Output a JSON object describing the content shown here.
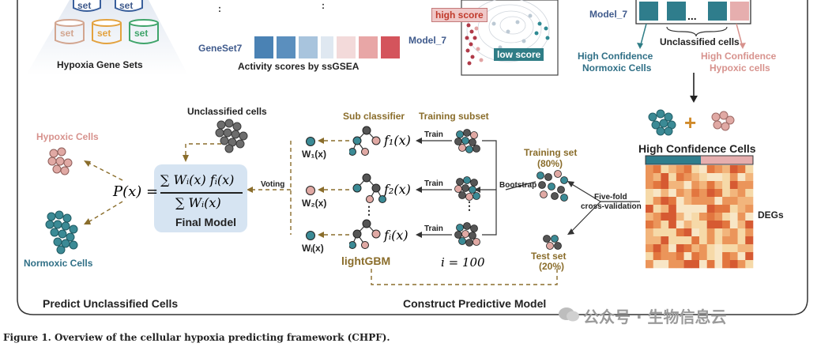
{
  "top_left": {
    "set_label": "set",
    "hypoxia_gene_sets": "Hypoxia Gene Sets",
    "ellipsis": ":"
  },
  "activity": {
    "geneset_label": "GeneSet7",
    "caption": "Activity scores by ssGSEA",
    "colors": [
      "#4a82b4",
      "#5b8fbe",
      "#a8c4dd",
      "#dfe8f1",
      "#f3dada",
      "#e8a6a6",
      "#d4545c"
    ]
  },
  "score_panel": {
    "model_label": "Model_7",
    "high_score": "high score",
    "low_score": "low score"
  },
  "top_right": {
    "model_label": "Model_7",
    "ellipsis": "...",
    "unclassified": "Unclassified cells",
    "high_conf_normoxic_1": "High Confidence",
    "high_conf_normoxic_2": "Normoxic Cells",
    "high_conf_hypoxic_1": "High Confidence",
    "high_conf_hypoxic_2": "Hypoxic cells"
  },
  "heatmap": {
    "title": "High Confidence Cells",
    "degs": "DEGs",
    "plus": "+"
  },
  "model": {
    "unclassified_cells": "Unclassified cells",
    "sub_classifier": "Sub classifier",
    "training_subset": "Training subset",
    "training_set_1": "Training set",
    "training_set_2": "(80%)",
    "test_set_1": "Test set",
    "test_set_2": "(20%)",
    "bootstrap": "Bootstrap",
    "fivefold_1": "Five-fold",
    "fivefold_2": "cross-validation",
    "train": "Train",
    "voting": "Voting",
    "lightgbm": "lightGBM",
    "i_eq": "i = 100",
    "w1": "W₁(x)",
    "w2": "W₂(x)",
    "wi": "Wᵢ(x)",
    "f1": "f₁(x)",
    "f2": "f₂(x)",
    "fi": "fᵢ(x)",
    "vdots": "⋮"
  },
  "final_model": {
    "px": "P(x) =",
    "numerator": "∑ Wᵢ(x) fᵢ(x)",
    "denominator": "∑ Wᵢ(x)",
    "label": "Final Model"
  },
  "outputs": {
    "hypoxic": "Hypoxic Cells",
    "normoxic": "Normoxic Cells"
  },
  "sections": {
    "predict": "Predict Unclassified Cells",
    "construct": "Construct Predictive Model"
  },
  "watermark": "公众号 · 生物信息云",
  "caption": "Figure 1. Overview of the cellular hypoxia predicting framework (CHPF)."
}
